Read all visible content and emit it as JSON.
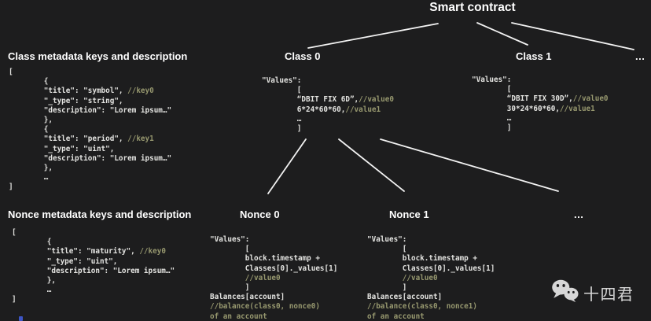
{
  "title": "Smart contract",
  "colors": {
    "background": "#1d1d1e",
    "heading": "#ffffff",
    "code": "#e4e4e1",
    "comment": "#97986f",
    "connector": "#f2f2f2",
    "watermark": "#d6d6d6",
    "artifact_blue": "#3d55c5"
  },
  "headings": {
    "class_meta": "Class metadata keys and description",
    "nonce_meta": "Nonce metadata keys and description",
    "class0": "Class 0",
    "class1": "Class 1",
    "nonce0": "Nonce 0",
    "nonce1": "Nonce 1",
    "ellipsis_classes": "...",
    "ellipsis_nonces": "..."
  },
  "code": {
    "class_meta": [
      [
        [
          "c",
          "["
        ]
      ],
      [
        [
          "c",
          "        {"
        ]
      ],
      [
        [
          "c",
          "        \"title\": \"symbol\", "
        ],
        [
          "g",
          "//key0"
        ]
      ],
      [
        [
          "c",
          "        \"_type\": \"string\","
        ]
      ],
      [
        [
          "c",
          "        \"description\": \"Lorem ipsum…\""
        ]
      ],
      [
        [
          "c",
          "        },"
        ]
      ],
      [
        [
          "c",
          "        {"
        ]
      ],
      [
        [
          "c",
          "        \"title\": \"period\", "
        ],
        [
          "g",
          "//key1"
        ]
      ],
      [
        [
          "c",
          "        \"_type\": \"uint\","
        ]
      ],
      [
        [
          "c",
          "        \"description\": \"Lorem ipsum…\""
        ]
      ],
      [
        [
          "c",
          "        },"
        ]
      ],
      [
        [
          "c",
          "        …"
        ]
      ],
      [
        [
          "c",
          "]"
        ]
      ]
    ],
    "nonce_meta": [
      [
        [
          "c",
          "["
        ]
      ],
      [
        [
          "c",
          "        {"
        ]
      ],
      [
        [
          "c",
          "        \"title\": \"maturity\", "
        ],
        [
          "g",
          "//key0"
        ]
      ],
      [
        [
          "c",
          "        \"_type\": \"uint\","
        ]
      ],
      [
        [
          "c",
          "        \"description\": \"Lorem ipsum…\""
        ]
      ],
      [
        [
          "c",
          "        },"
        ]
      ],
      [
        [
          "c",
          "        …"
        ]
      ],
      [
        [
          "c",
          "]"
        ]
      ]
    ],
    "class0": [
      [
        [
          "c",
          "\"Values\":"
        ]
      ],
      [
        [
          "c",
          "        ["
        ]
      ],
      [
        [
          "c",
          "        “DBIT FIX 6D”,"
        ],
        [
          "g",
          "//value0"
        ]
      ],
      [
        [
          "c",
          "        6*24*60*60,"
        ],
        [
          "g",
          "//value1"
        ]
      ],
      [
        [
          "c",
          "        …"
        ]
      ],
      [
        [
          "c",
          "        ]"
        ]
      ]
    ],
    "class1": [
      [
        [
          "c",
          "\"Values\":"
        ]
      ],
      [
        [
          "c",
          "        ["
        ]
      ],
      [
        [
          "c",
          "        “DBIT FIX 30D”,"
        ],
        [
          "g",
          "//value0"
        ]
      ],
      [
        [
          "c",
          "        30*24*60*60,"
        ],
        [
          "g",
          "//value1"
        ]
      ],
      [
        [
          "c",
          "        …"
        ]
      ],
      [
        [
          "c",
          "        ]"
        ]
      ]
    ],
    "nonce0": [
      [
        [
          "c",
          "\"Values\":"
        ]
      ],
      [
        [
          "c",
          "        ["
        ]
      ],
      [
        [
          "c",
          "        block.timestamp +"
        ]
      ],
      [
        [
          "c",
          "        Classes[0]._values[1]"
        ]
      ],
      [
        [
          "g",
          "        //value0"
        ]
      ],
      [
        [
          "c",
          "        ]"
        ]
      ],
      [
        [
          "c",
          "Balances[account]"
        ]
      ],
      [
        [
          "g",
          "//balance(class0, nonce0)"
        ]
      ],
      [
        [
          "g",
          "of an account"
        ]
      ]
    ],
    "nonce1": [
      [
        [
          "c",
          "\"Values\":"
        ]
      ],
      [
        [
          "c",
          "        ["
        ]
      ],
      [
        [
          "c",
          "        block.timestamp +"
        ]
      ],
      [
        [
          "c",
          "        Classes[0]._values[1]"
        ]
      ],
      [
        [
          "g",
          "        //value0"
        ]
      ],
      [
        [
          "c",
          "        ]"
        ]
      ],
      [
        [
          "c",
          "Balances[account]"
        ]
      ],
      [
        [
          "g",
          "//balance(class0, nonce1)"
        ]
      ],
      [
        [
          "g",
          "of an account"
        ]
      ]
    ]
  },
  "watermark": {
    "label": "十四君",
    "icon": "wechat-icon"
  }
}
